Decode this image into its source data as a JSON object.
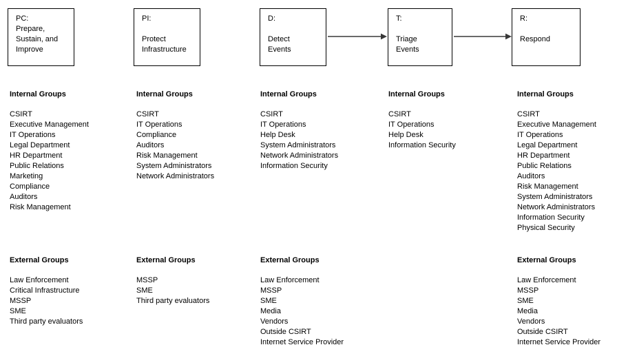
{
  "page": {
    "background": "#ffffff",
    "text_color": "#000000",
    "border_color": "#000000",
    "arrow_color": "#383838"
  },
  "phases": [
    {
      "id": "pc",
      "box_lines": [
        "PC:",
        "Prepare,",
        "Sustain, and",
        "Improve"
      ],
      "internal_heading": "Internal Groups",
      "internal_groups": [
        "CSIRT",
        "Executive Management",
        "IT Operations",
        "Legal Department",
        "HR Department",
        "Public Relations",
        "Marketing",
        "Compliance",
        "Auditors",
        "Risk Management"
      ],
      "external_heading": "External Groups",
      "external_groups": [
        "Law Enforcement",
        "Critical Infrastructure",
        "MSSP",
        "SME",
        "Third party evaluators"
      ]
    },
    {
      "id": "pi",
      "box_lines": [
        "PI:",
        "",
        "Protect",
        "Infrastructure"
      ],
      "internal_heading": "Internal Groups",
      "internal_groups": [
        "CSIRT",
        "IT Operations",
        "Compliance",
        "Auditors",
        "Risk Management",
        "System Administrators",
        "Network Administrators"
      ],
      "external_heading": "External Groups",
      "external_groups": [
        "MSSP",
        "SME",
        "Third party evaluators"
      ]
    },
    {
      "id": "d",
      "box_lines": [
        "D:",
        "",
        "Detect",
        "Events"
      ],
      "internal_heading": "Internal Groups",
      "internal_groups": [
        "CSIRT",
        "IT Operations",
        "Help Desk",
        "System Administrators",
        "Network Administrators",
        "Information Security"
      ],
      "external_heading": "External Groups",
      "external_groups": [
        "Law Enforcement",
        "MSSP",
        "SME",
        "Media",
        "Vendors",
        "Outside CSIRT",
        "Internet Service Provider"
      ]
    },
    {
      "id": "t",
      "box_lines": [
        "T:",
        "",
        "Triage",
        "Events"
      ],
      "internal_heading": "Internal Groups",
      "internal_groups": [
        "CSIRT",
        "IT Operations",
        "Help Desk",
        "Information Security"
      ],
      "external_heading": null,
      "external_groups": []
    },
    {
      "id": "r",
      "box_lines": [
        "R:",
        "",
        "Respond"
      ],
      "internal_heading": "Internal Groups",
      "internal_groups": [
        "CSIRT",
        "Executive Management",
        "IT Operations",
        "Legal Department",
        "HR Department",
        "Public Relations",
        "Auditors",
        "Risk Management",
        "System Administrators",
        "Network Administrators",
        "Information Security",
        "Physical Security"
      ],
      "external_heading": "External Groups",
      "external_groups": [
        "Law Enforcement",
        "MSSP",
        "SME",
        "Media",
        "Vendors",
        "Outside CSIRT",
        "Internet Service Provider"
      ]
    }
  ],
  "arrows": [
    {
      "from": "d",
      "to": "t"
    },
    {
      "from": "t",
      "to": "r"
    }
  ]
}
